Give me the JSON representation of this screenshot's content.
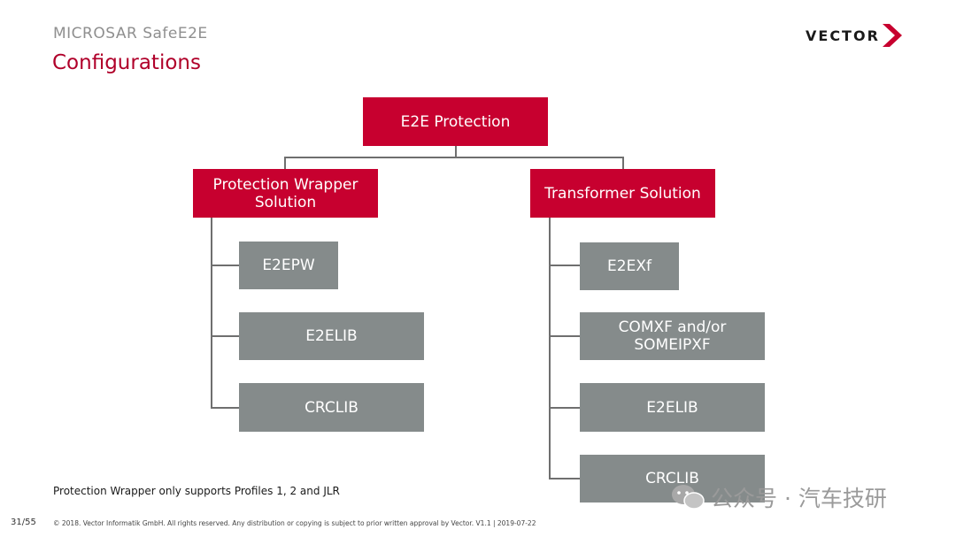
{
  "header": {
    "subtitle": "MICROSAR SafeE2E",
    "title": "Configurations",
    "logo_text": "VECTOR"
  },
  "diagram": {
    "root": "E2E Protection",
    "branches": [
      {
        "label": "Protection Wrapper Solution",
        "children": [
          "E2EPW",
          "E2ELIB",
          "CRCLIB"
        ]
      },
      {
        "label": "Transformer Solution",
        "children": [
          "E2EXf",
          "COMXF and/or SOMEIPXF",
          "E2ELIB",
          "CRCLIB"
        ]
      }
    ]
  },
  "footer": {
    "note": "Protection Wrapper only supports Profiles 1, 2 and JLR",
    "page": "31/55",
    "copyright": "© 2018. Vector Informatik GmbH. All rights reserved. Any distribution or copying is subject to prior written approval by Vector. V1.1 | 2019-07-22",
    "watermark": "公众号 · 汽车技研"
  },
  "colors": {
    "accent_red": "#c7002f",
    "node_gray": "#858b8b",
    "title_red": "#b0002a"
  }
}
